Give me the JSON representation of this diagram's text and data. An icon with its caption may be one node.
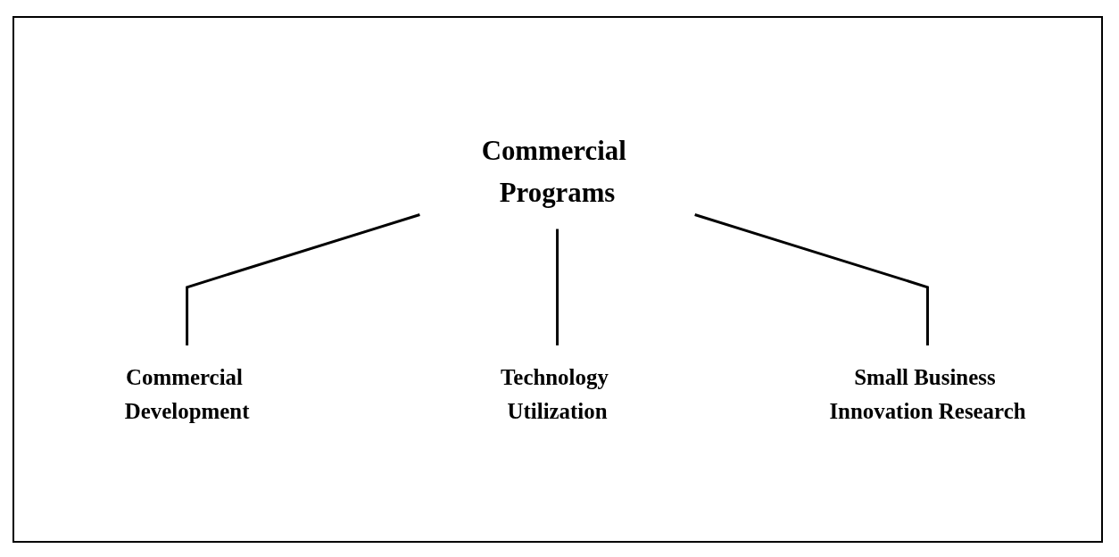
{
  "diagram": {
    "nodes": [
      {
        "text": [
          "Commercial Programs"
        ]
      },
      {
        "text": [
          "Commercial Development"
        ]
      },
      {
        "text": [
          "Technology Utilization"
        ]
      },
      {
        "text": [
          "Small Business Innovation Research"
        ]
      }
    ],
    "edges": [
      {
        "from": 0,
        "to": 1,
        "arrow": "none"
      },
      {
        "from": 0,
        "to": 2,
        "arrow": "none"
      },
      {
        "from": 0,
        "to": 3,
        "arrow": "none"
      }
    ]
  }
}
